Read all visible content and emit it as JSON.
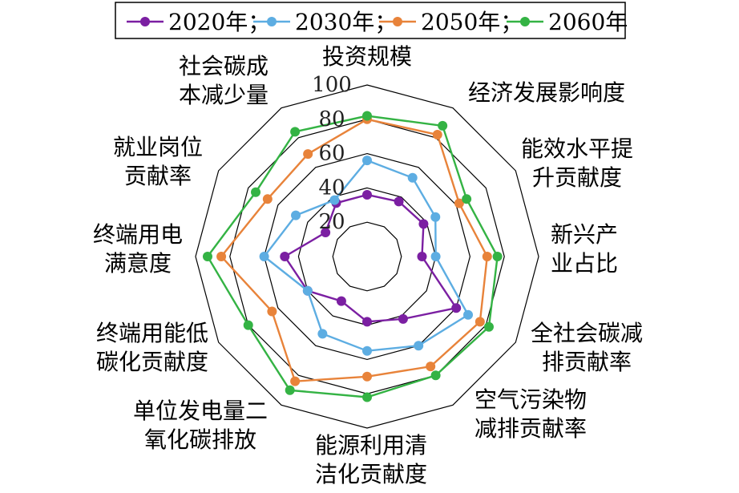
{
  "chart_data": {
    "type": "radar",
    "title": "",
    "axes": [
      "投资规模",
      "经济发展影响度",
      "能效水平提升贡献度",
      "新兴产业占比",
      "全社会碳减排贡献率",
      "空气污染物减排贡献率",
      "能源利用清洁化贡献度",
      "单位发电量二氧化碳排放",
      "终端用能低碳化贡献度",
      "终端用电满意度",
      "就业岗位贡献率",
      "社会碳成本减少量"
    ],
    "axis_label_lines": [
      [
        "投资规模"
      ],
      [
        "经济发展影响度"
      ],
      [
        "能效水平提",
        "升贡献度"
      ],
      [
        "新兴产",
        "业占比"
      ],
      [
        "全社会碳减",
        "排贡献率"
      ],
      [
        "空气污染物",
        "减排贡献率"
      ],
      [
        "能源利用清",
        "洁化贡献度"
      ],
      [
        "单位发电量二",
        "氧化碳排放"
      ],
      [
        "终端用能低",
        "碳化贡献度"
      ],
      [
        "终端用电",
        "满意度"
      ],
      [
        "就业岗位",
        "贡献率"
      ],
      [
        "社会碳成",
        "本减少量"
      ]
    ],
    "rlim": [
      0,
      100
    ],
    "ticks": [
      20,
      40,
      60,
      80,
      100
    ],
    "grid": true,
    "legend_position": "top",
    "series": [
      {
        "name": "2020年",
        "color": "#7B1FA2",
        "values": [
          36,
          37,
          38,
          32,
          60,
          42,
          38,
          30,
          40,
          48,
          28,
          36
        ]
      },
      {
        "name": "2030年",
        "color": "#5DADE2",
        "values": [
          56,
          53,
          46,
          40,
          68,
          60,
          55,
          52,
          40,
          60,
          48,
          38
        ]
      },
      {
        "name": "2050年",
        "color": "#E8833A",
        "values": [
          80,
          82,
          62,
          70,
          76,
          74,
          70,
          84,
          64,
          85,
          67,
          69
        ]
      },
      {
        "name": "2060年",
        "color": "#34B344",
        "values": [
          82,
          88,
          67,
          76,
          82,
          80,
          82,
          90,
          80,
          93,
          75,
          84
        ]
      }
    ],
    "legend_separator": "；"
  }
}
